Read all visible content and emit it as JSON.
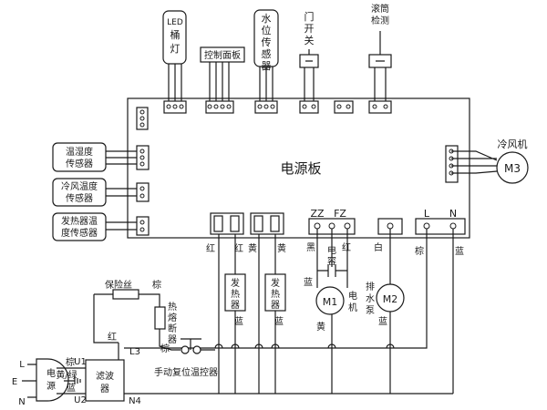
{
  "board": {
    "title": "电源板"
  },
  "sensors": {
    "led_light": "LED桶灯",
    "control_panel": "控制面板",
    "water_level": "水位传感器",
    "door_switch": "门开关",
    "drum_detect": "滚筒检测",
    "humidity_temp": [
      "温湿度",
      "传感器"
    ],
    "cool_air_temp": [
      "冷风温度",
      "传感器"
    ],
    "heater_temp": [
      "发热器温",
      "度传感器"
    ]
  },
  "motors": {
    "fan_label": "冷风机",
    "fan_id": "M3",
    "main_id": "M1",
    "main_label": "电机",
    "drain_id": "M2",
    "drain_label": "排水泵",
    "capacitor": "电容"
  },
  "terminals": {
    "zz": "ZZ",
    "fz": "FZ",
    "l": "L",
    "n": "N"
  },
  "heaters": {
    "heater": "发热器"
  },
  "wires": {
    "red": "红",
    "yellow": "黄",
    "black": "黑",
    "blue": "蓝",
    "white": "白",
    "brown": "棕",
    "yellow_green": "黄/绿"
  },
  "power": {
    "fuse": "保险丝",
    "thermal_fuse": "热熔断器",
    "thermostat": "手动复位温控器",
    "filter": "滤波器",
    "plug": "电源",
    "pin_l": "L",
    "pin_e": "E",
    "pin_n": "N",
    "u1": "U1",
    "u2": "U2",
    "l3": "L3",
    "n4": "N4"
  }
}
